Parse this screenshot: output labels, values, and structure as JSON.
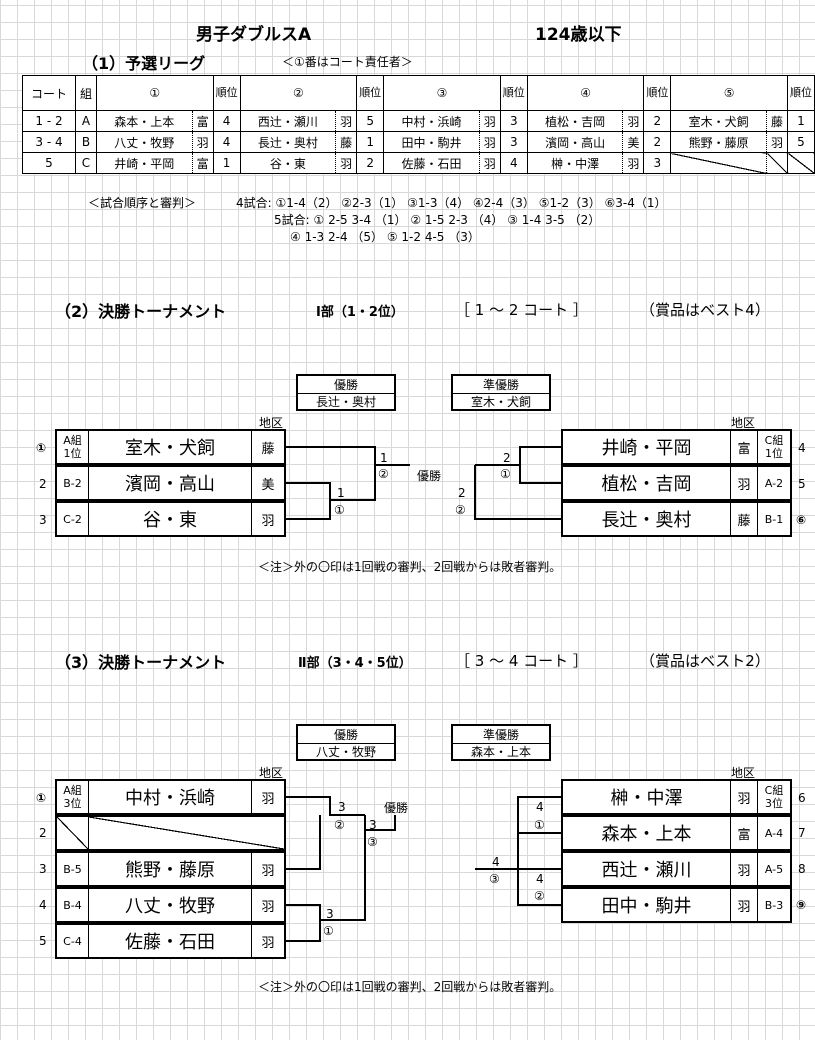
{
  "title": {
    "event": "男子ダブルスA",
    "age": "124歳以下"
  },
  "section1": {
    "title": "（1）予選リーグ",
    "note": "＜①番はコート責任者＞"
  },
  "league": {
    "headers": {
      "court": "コート",
      "group": "組",
      "rank": "順位",
      "nums": [
        "①",
        "②",
        "③",
        "④",
        "⑤"
      ]
    },
    "rows": [
      {
        "court": "1 - 2",
        "group": "A",
        "entries": [
          {
            "name": "森本・上本",
            "pref": "富",
            "rank": "4"
          },
          {
            "name": "西辻・瀬川",
            "pref": "羽",
            "rank": "5"
          },
          {
            "name": "中村・浜崎",
            "pref": "羽",
            "rank": "3"
          },
          {
            "name": "植松・吉岡",
            "pref": "羽",
            "rank": "2"
          },
          {
            "name": "室木・犬飼",
            "pref": "藤",
            "rank": "1"
          }
        ]
      },
      {
        "court": "3 - 4",
        "group": "B",
        "entries": [
          {
            "name": "八丈・牧野",
            "pref": "羽",
            "rank": "4"
          },
          {
            "name": "長辻・奥村",
            "pref": "藤",
            "rank": "1"
          },
          {
            "name": "田中・駒井",
            "pref": "羽",
            "rank": "3"
          },
          {
            "name": "濱岡・高山",
            "pref": "美",
            "rank": "2"
          },
          {
            "name": "熊野・藤原",
            "pref": "羽",
            "rank": "5"
          }
        ]
      },
      {
        "court": "5",
        "group": "C",
        "entries": [
          {
            "name": "井崎・平岡",
            "pref": "富",
            "rank": "1"
          },
          {
            "name": "谷・東",
            "pref": "羽",
            "rank": "2"
          },
          {
            "name": "佐藤・石田",
            "pref": "羽",
            "rank": "4"
          },
          {
            "name": "榊・中澤",
            "pref": "羽",
            "rank": "3"
          },
          {
            "name": "",
            "pref": "",
            "rank": ""
          }
        ]
      }
    ]
  },
  "order": {
    "label": "＜試合順序と審判＞",
    "line1": "4試合: ①1-4（2） ②2-3（1） ③1-3（4） ④2-4（3） ⑤1-2（3） ⑥3-4（1）",
    "line2": "5試合: ① 2-5 3-4 （1） ② 1-5 2-3 （4） ③ 1-4 3-5 （2）",
    "line3": "④ 1-3 2-4 （5） ⑤ 1-2 4-5 （3）"
  },
  "section2": {
    "title": "（2）決勝トーナメント",
    "division": "Ⅰ部（1・2位）",
    "courts": "［ 1 ～ 2 コート ］",
    "prize": "（賞品はベスト4）"
  },
  "t1": {
    "winner": {
      "label": "優勝",
      "name": "長辻・奥村"
    },
    "runner": {
      "label": "準優勝",
      "name": "室木・犬飼"
    },
    "region": "地区",
    "center": "優勝",
    "left": [
      {
        "num": "①",
        "seed": "A組\n1位",
        "name": "室木・犬飼",
        "pref": "藤"
      },
      {
        "num": "2",
        "seed": "B-2",
        "name": "濱岡・高山",
        "pref": "美"
      },
      {
        "num": "3",
        "seed": "C-2",
        "name": "谷・東",
        "pref": "羽"
      }
    ],
    "right": [
      {
        "num": "4",
        "seed": "C組\n1位",
        "name": "井崎・平岡",
        "pref": "富"
      },
      {
        "num": "5",
        "seed": "A-2",
        "name": "植松・吉岡",
        "pref": "羽"
      },
      {
        "num": "⑥",
        "seed": "B-1",
        "name": "長辻・奥村",
        "pref": "藤"
      }
    ],
    "marks": {
      "l1": "1",
      "l1c": "②",
      "l2": "1",
      "l2c": "①",
      "r1": "2",
      "r1c": "①",
      "r2": "2",
      "r2c": "②"
    },
    "note": "＜注＞外の〇印は1回戦の審判、2回戦からは敗者審判。"
  },
  "section3": {
    "title": "（3）決勝トーナメント",
    "division": "Ⅱ部（3・4・5位）",
    "courts": "［ 3 ～ 4 コート ］",
    "prize": "（賞品はベスト2）"
  },
  "t2": {
    "winner": {
      "label": "優勝",
      "name": "八丈・牧野"
    },
    "runner": {
      "label": "準優勝",
      "name": "森本・上本"
    },
    "region": "地区",
    "center": "優勝",
    "left": [
      {
        "num": "①",
        "seed": "A組\n3位",
        "name": "中村・浜崎",
        "pref": "羽"
      },
      {
        "num": "2",
        "seed": "",
        "name": "",
        "pref": ""
      },
      {
        "num": "3",
        "seed": "B-5",
        "name": "熊野・藤原",
        "pref": "羽"
      },
      {
        "num": "4",
        "seed": "B-4",
        "name": "八丈・牧野",
        "pref": "羽"
      },
      {
        "num": "5",
        "seed": "C-4",
        "name": "佐藤・石田",
        "pref": "羽"
      }
    ],
    "right": [
      {
        "num": "6",
        "seed": "C組\n3位",
        "name": "榊・中澤",
        "pref": "羽"
      },
      {
        "num": "7",
        "seed": "A-4",
        "name": "森本・上本",
        "pref": "富"
      },
      {
        "num": "8",
        "seed": "A-5",
        "name": "西辻・瀬川",
        "pref": "羽"
      },
      {
        "num": "⑨",
        "seed": "B-3",
        "name": "田中・駒井",
        "pref": "羽"
      }
    ],
    "marks": {
      "a": "3",
      "ac": "②",
      "b": "3",
      "bc": "③",
      "c": "3",
      "cc": "①",
      "d": "4",
      "dc": "①",
      "e": "4",
      "ec": "③",
      "f": "4",
      "fc": "②"
    },
    "note": "＜注＞外の〇印は1回戦の審判、2回戦からは敗者審判。"
  }
}
